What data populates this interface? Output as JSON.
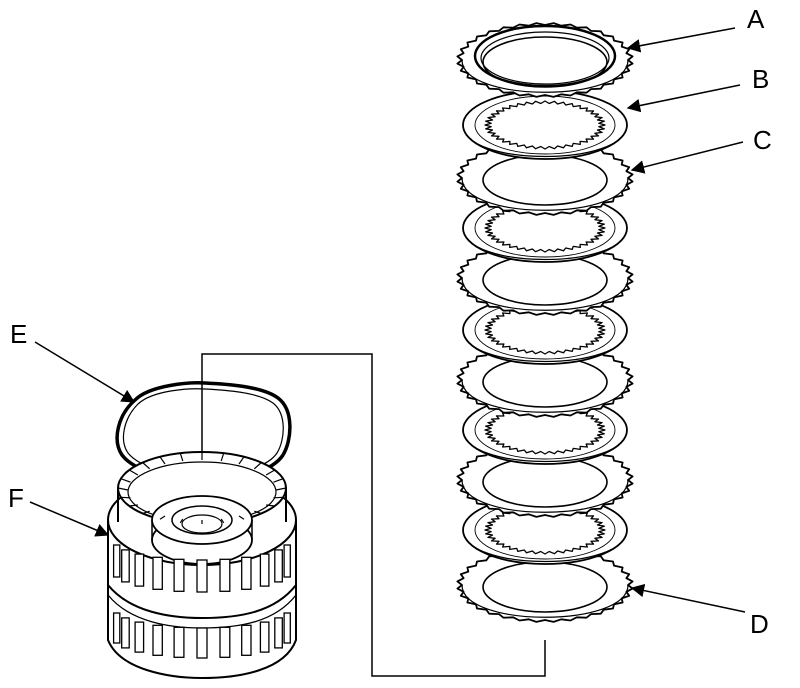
{
  "labels": {
    "a": "A",
    "b": "B",
    "c": "C",
    "d": "D",
    "e": "E",
    "f": "F"
  },
  "colors": {
    "line": "#000000",
    "background": "#ffffff"
  }
}
